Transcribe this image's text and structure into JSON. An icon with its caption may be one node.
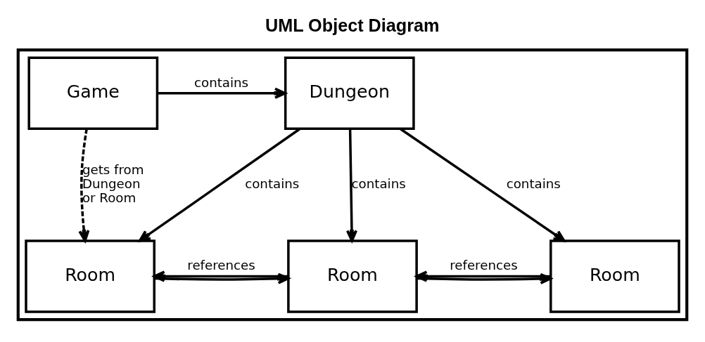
{
  "diagram": {
    "title": "UML Object Diagram",
    "nodes": [
      {
        "text": [],
        "shape": "box"
      },
      {
        "text": [
          "Game"
        ],
        "in": 0
      },
      {
        "text": [
          "Dungeon"
        ],
        "in": 0
      },
      {
        "text": [
          "Room"
        ],
        "in": 0
      },
      {
        "text": [
          "Room"
        ],
        "in": 0
      },
      {
        "text": [
          "Room"
        ],
        "in": 0
      }
    ],
    "edges": [
      {
        "from": 1,
        "to": 2,
        "arrow": "to",
        "label": "contains"
      },
      {
        "from": 2,
        "to": 3,
        "arrow": "to",
        "label": "contains"
      },
      {
        "from": 2,
        "to": 4,
        "arrow": "to",
        "label": "contains"
      },
      {
        "from": 2,
        "to": 5,
        "arrow": "to",
        "label": "contains"
      },
      {
        "from": 1,
        "to": 3,
        "arrow": "to",
        "label": "gets from Dungeon or Room",
        "style": "dashed"
      },
      {
        "from": 3,
        "to": 4,
        "arrow": "to"
      },
      {
        "from": 4,
        "to": 3,
        "arrow": "to",
        "label": "references"
      },
      {
        "from": 4,
        "to": 5,
        "arrow": "to"
      },
      {
        "from": 5,
        "to": 4,
        "arrow": "to",
        "label": "references"
      }
    ]
  }
}
